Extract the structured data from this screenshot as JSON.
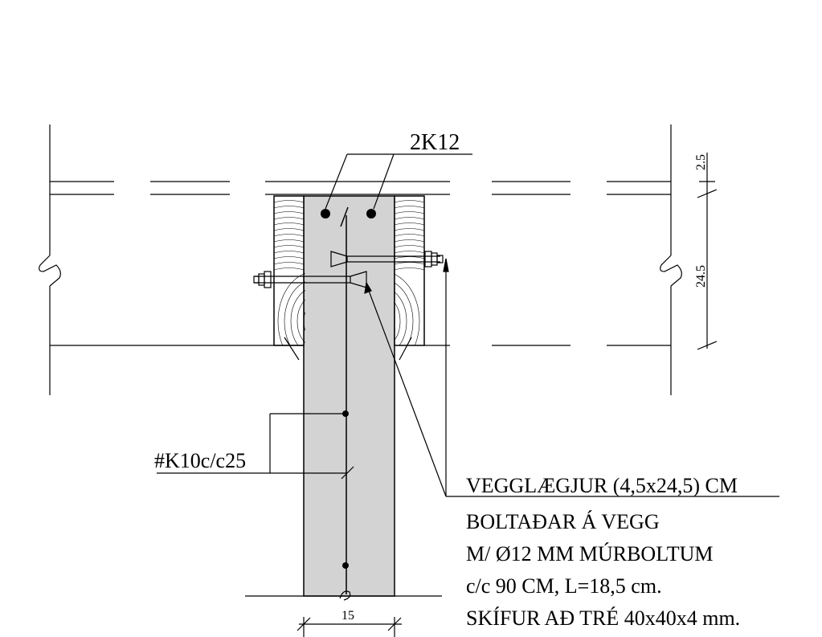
{
  "labels": {
    "top_rebar": "2K12",
    "stirrup_mesh": "#K10c/c25",
    "dim_top_cover": "2.5",
    "dim_slab_depth": "24.5",
    "dim_wall_width": "15"
  },
  "note": {
    "line1": "VEGGLÆGJUR (4,5x24,5) CM",
    "line2": "BOLTAÐAR Á VEGG",
    "line3": "M/ Ø12 MM MÚRBOLTUM",
    "line4": "c/c 90 CM, L=18,5 cm.",
    "line5": "SKÍFUR AÐ TRÉ 40x40x4 mm."
  },
  "colors": {
    "concrete_fill": "#d3d3d3",
    "line": "#000000"
  }
}
